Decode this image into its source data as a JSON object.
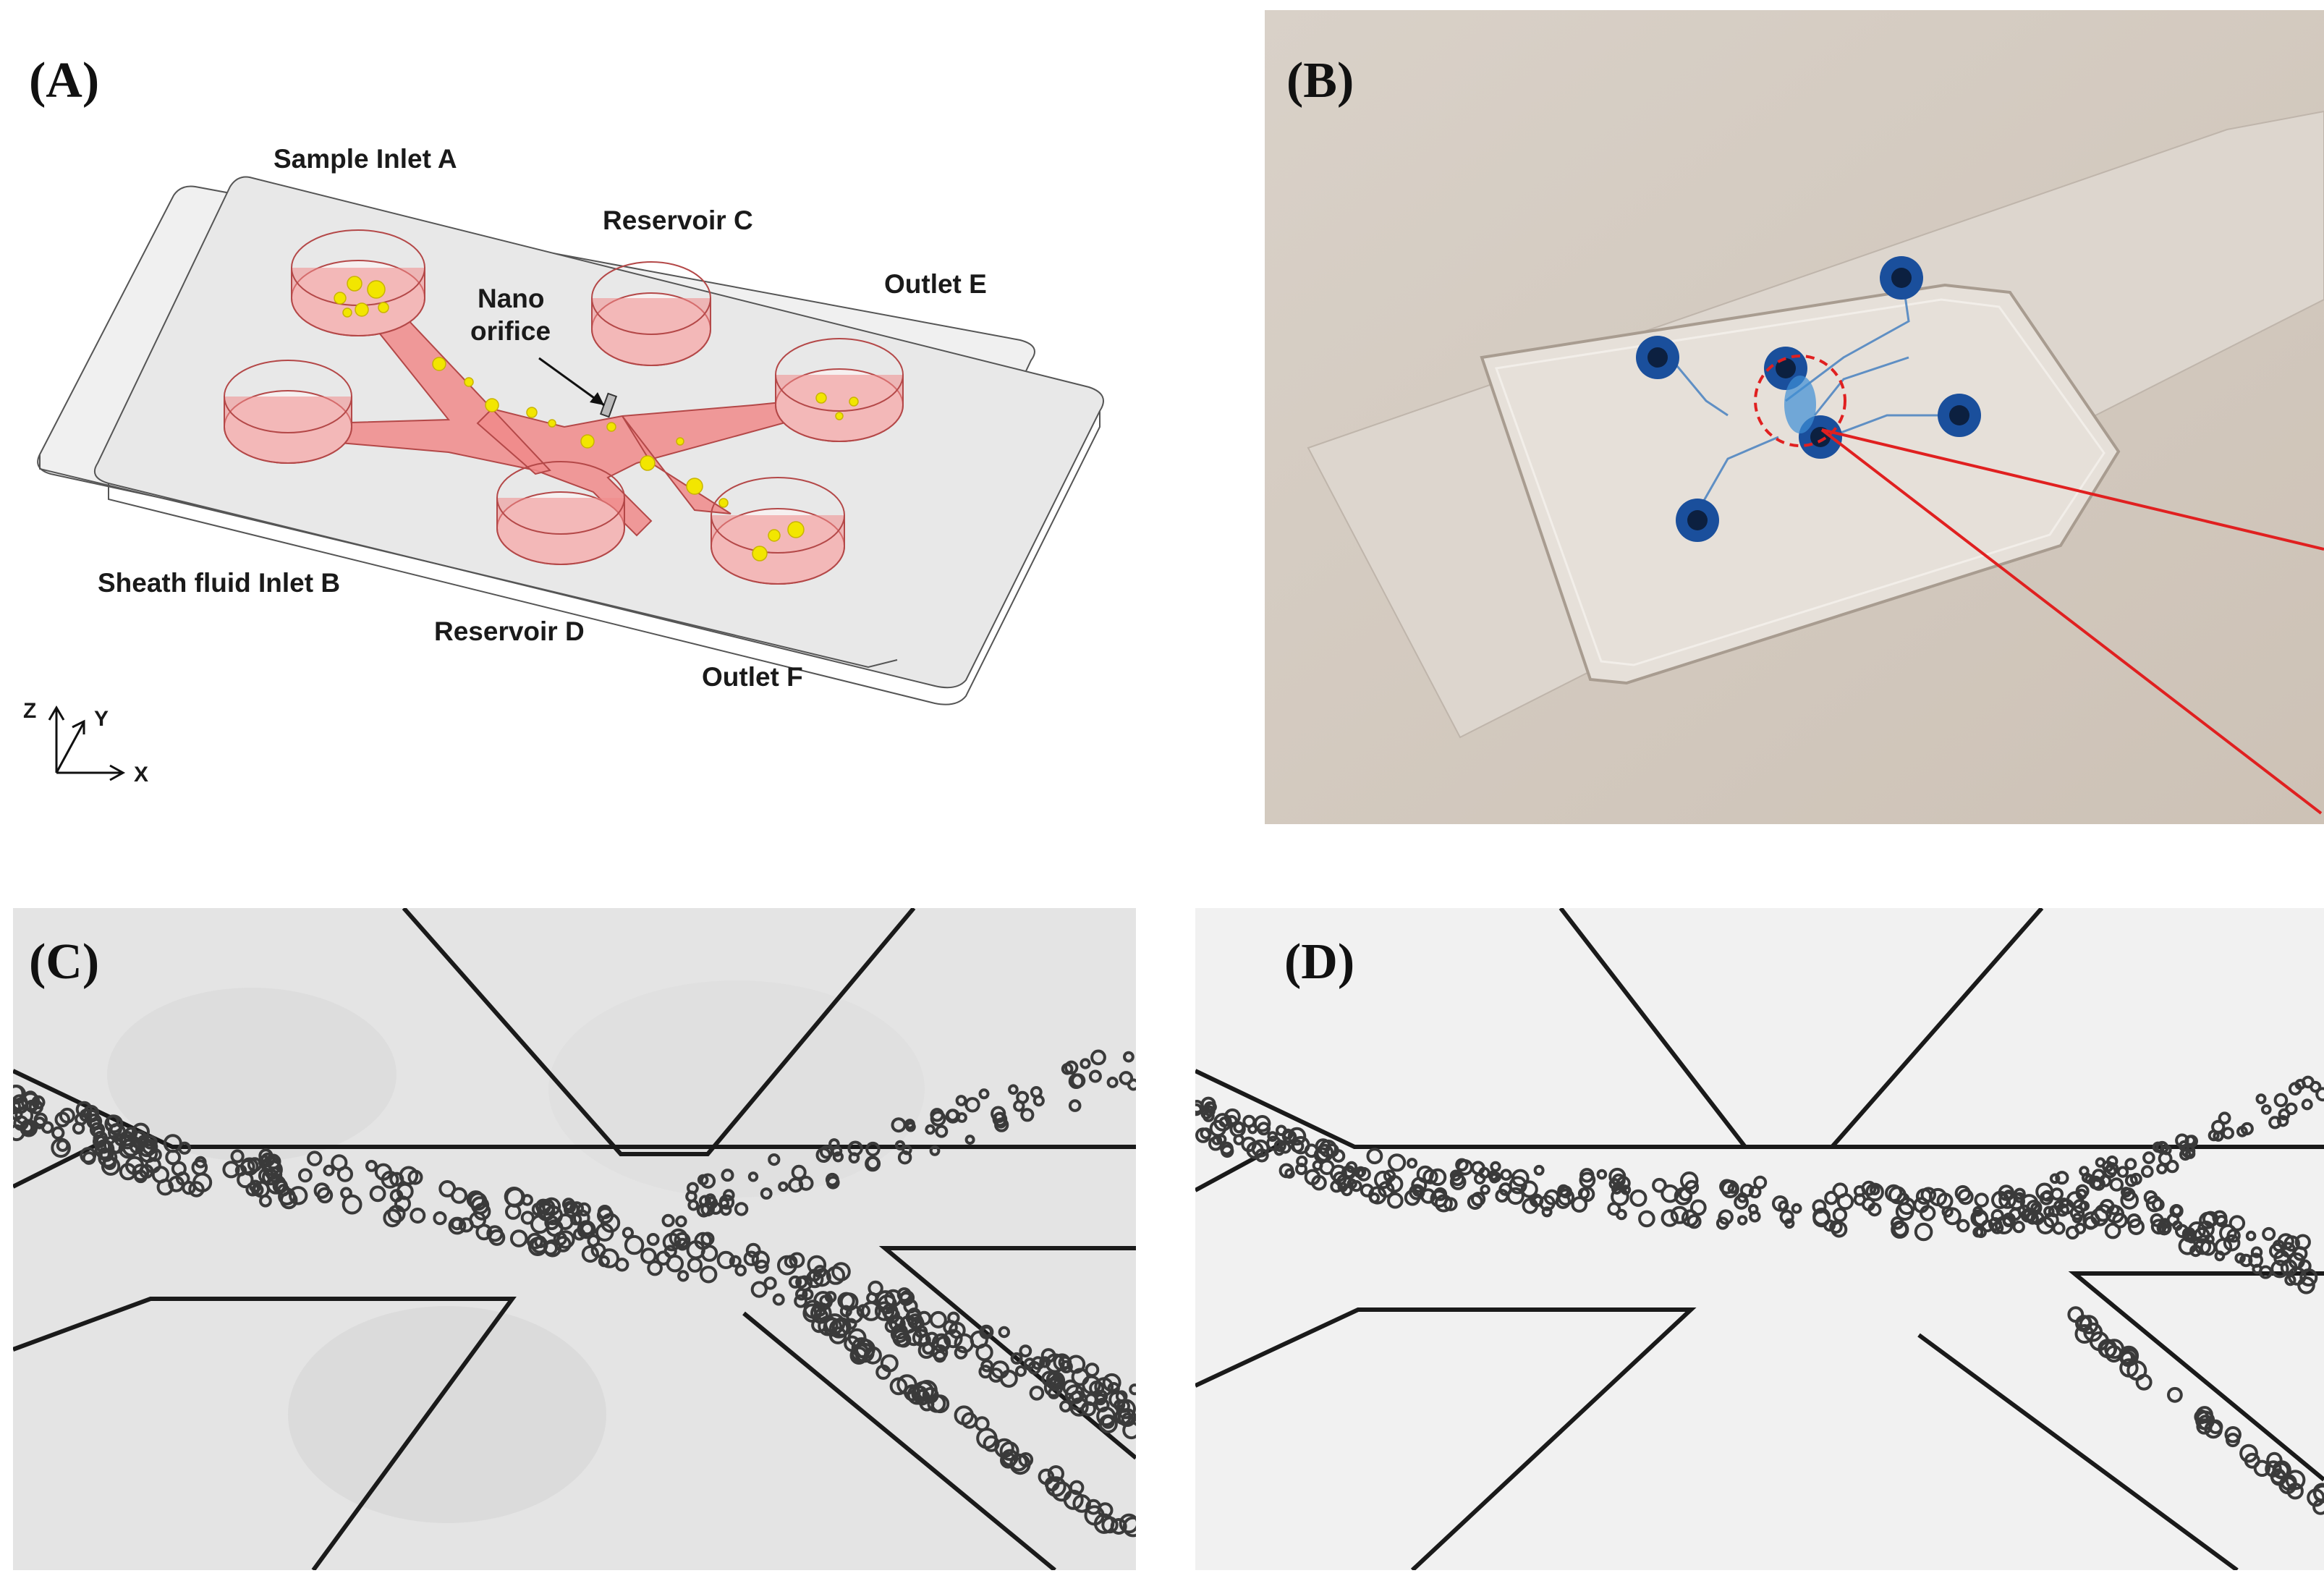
{
  "panels": {
    "a": {
      "label": "(A)",
      "annotations": {
        "sample_inlet": "Sample Inlet A",
        "reservoir_c": "Reservoir C",
        "outlet_e": "Outlet E",
        "nano_line1": "Nano",
        "nano_line2": "orifice",
        "sheath_inlet": "Sheath fluid Inlet B",
        "reservoir_d": "Reservoir D",
        "outlet_f": "Outlet F"
      },
      "axes": {
        "z": "Z",
        "y": "Y",
        "x": "X"
      },
      "colors": {
        "channel": "#f07f7f",
        "particle": "#f2e600",
        "chip": "#e6e6e6"
      }
    },
    "b": {
      "label": "(B)",
      "colors": {
        "dye": "#1f57a8",
        "highlight": "#e02020",
        "background": "#d8cfc6"
      }
    },
    "c": {
      "label": "(C)"
    },
    "d": {
      "label": "(D)"
    }
  }
}
